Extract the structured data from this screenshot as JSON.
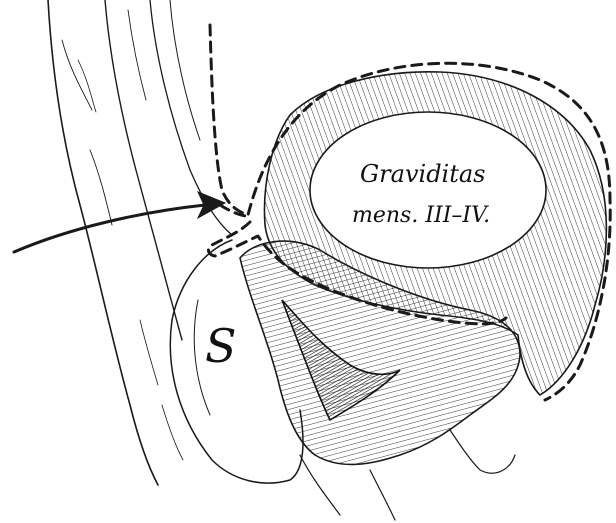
{
  "figure": {
    "labels": {
      "sac_line1": "Graviditas",
      "sac_line2": "mens. III–IV.",
      "s_mark": "S"
    }
  },
  "colors": {
    "ink": "#1a1a1a",
    "paper": "#ffffff"
  }
}
